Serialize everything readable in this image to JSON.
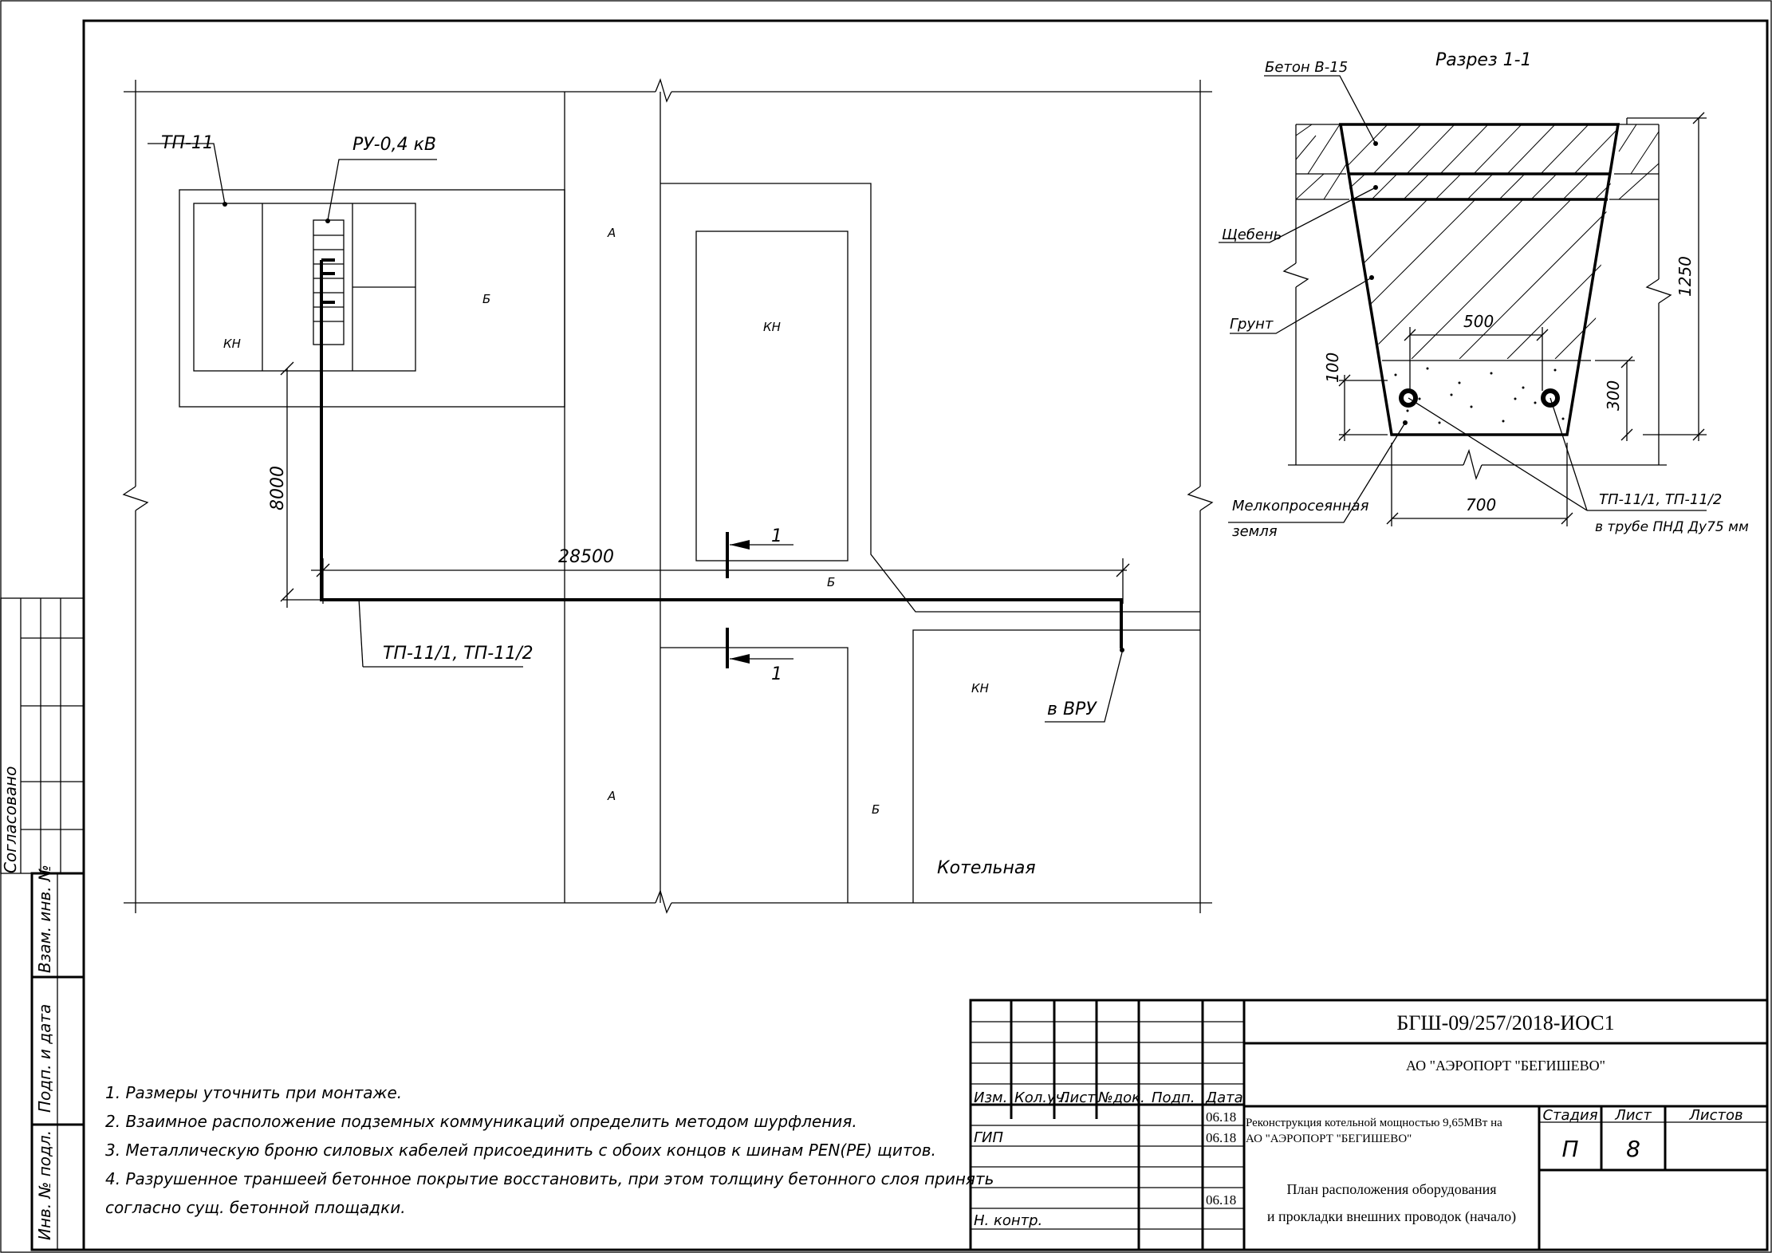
{
  "plan": {
    "labels": {
      "tp11": "ТП-11",
      "ru04": "РУ-0,4 кВ",
      "kn": "КН",
      "a": "А",
      "b": "Б",
      "boiler": "Котельная",
      "cable": "ТП-11/1, ТП-11/2",
      "vru": "в ВРУ",
      "section_mark": "1"
    },
    "dimensions": {
      "length": "28500",
      "height": "8000"
    }
  },
  "section": {
    "title": "Разрез 1-1",
    "concrete": "Бетон В-15",
    "gravel": "Щебень",
    "soil": "Грунт",
    "fine_earth_1": "Мелкопросеянная",
    "fine_earth_2": "земля",
    "cables": "ТП-11/1, ТП-11/2",
    "pipe": "в трубе ПНД Ду75 мм",
    "dims": {
      "width_bottom": "700",
      "pipe_spacing": "500",
      "depth": "1250",
      "bed": "300",
      "offset": "100"
    }
  },
  "side": {
    "agreed": "Согласовано",
    "swap_inv": "Взам. инв. №",
    "sign_date": "Подп. и дата",
    "inv_orig": "Инв. № подл."
  },
  "notes": [
    "1. Размеры уточнить при монтаже.",
    "2. Взаимное расположение подземных коммуникаций определить методом шурфления.",
    "3. Металлическую броню силовых кабелей присоединить с обоих концов к шинам PEN(PE) щитов.",
    "4. Разрушенное траншеей бетонное покрытие восстановить, при этом толщину бетонного слоя принять",
    "согласно сущ. бетонной площадки."
  ],
  "stamp": {
    "code": "БГШ-09/257/2018-ИОС1",
    "org": "АО \"АЭРОПОРТ \"БЕГИШЕВО\"",
    "project_line1": "Реконструкция котельной мощностью 9,65МВт на",
    "project_line2": "АО \"АЭРОПОРТ \"БЕГИШЕВО\"",
    "headers": [
      "Изм.",
      "Кол.уч.",
      "Лист",
      "№док.",
      "Подп.",
      "Дата"
    ],
    "roles": {
      "gip": "ГИП",
      "nkontr": "Н. контр."
    },
    "dates": [
      "06.18",
      "06.18",
      "06.18"
    ],
    "stage_label": "Стадия",
    "sheet_label": "Лист",
    "sheets_label": "Листов",
    "stage": "П",
    "sheet": "8",
    "sheets": "",
    "drawing_title_1": "План расположения оборудования",
    "drawing_title_2": "и прокладки внешних проводок (начало)"
  }
}
